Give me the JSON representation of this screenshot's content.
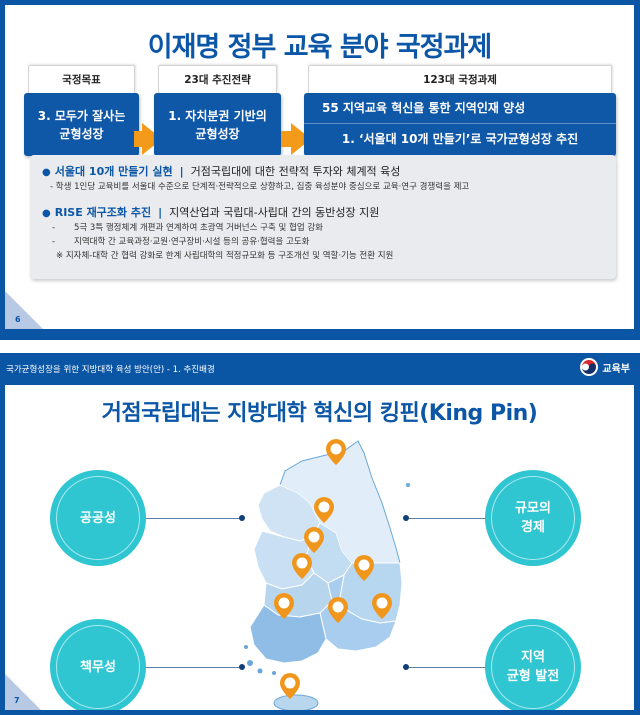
{
  "slide1": {
    "title": "이재명 정부 교육 분야 국정과제",
    "page_number": "6",
    "columns": [
      {
        "header": "국정목표",
        "body_lines": [
          "3. 모두가 잘사는",
          "균형성장"
        ]
      },
      {
        "header": "23대 추진전략",
        "body_lines": [
          "1. 자치분권 기반의",
          "균형성장"
        ]
      },
      {
        "header": "123대 국정과제",
        "body_lines": [
          "55   지역교육 혁신을 통한 지역인재 양성",
          "1. ‘서울대 10개 만들기’로 국가균형성장 추진"
        ]
      }
    ],
    "details": [
      {
        "bullet": "●",
        "title": "서울대 10개 만들기 실현",
        "separator": "|",
        "summary": "거점국립대에 대한 전략적 투자와 체계적 육성",
        "subs": [
          "- 학생 1인당 교육비를 서울대 수준으로 단계적·전략적으로 상향하고, 집중 육성분야 중심으로 교육·연구 경쟁력을 제고"
        ]
      },
      {
        "bullet": "●",
        "title": "RISE 재구조화 추진",
        "separator": "|",
        "summary": "지역산업과 국립대-사립대 간의 동반성장 지원",
        "subs": [
          "5극 3특 행정체계 개편과 연계하여 초광역 거버넌스 구축 및 협업 강화",
          "지역대학 간 교육과정·교원·연구장비·시설 등의 공유·협력을 고도화"
        ],
        "note": "※ 지자체-대학 간 협력 강화로 한계 사립대학의 적정규모화 등 구조개선 및 역할·기능 전환 지원"
      }
    ],
    "sub_dash": "-"
  },
  "slide2": {
    "header_text": "국가균형성장을 위한 지방대학 육성 방안(안) - 1. 추진배경",
    "ministry_label": "교육부",
    "title": "거점국립대는 지방대학 혁신의 킹핀(King Pin)",
    "page_number": "7",
    "circles": {
      "left_top": [
        "공공성"
      ],
      "left_bottom": [
        "책무성"
      ],
      "right_top": [
        "규모의",
        "경제"
      ],
      "right_bottom": [
        "지역",
        "균형 발전"
      ]
    },
    "map_pins_count": 10
  },
  "colors": {
    "frame_blue": "#0b55a5",
    "title_blue": "#0b56a6",
    "box_blue": "#0f57a7",
    "arrow_orange": "#f39a1a",
    "detail_bg": "#eaebee",
    "circle_teal": "#2fc6d2",
    "pin_orange": "#f0961c",
    "map_light": "#dcebf8",
    "map_mid": "#b9d6ef",
    "map_dark": "#8fbde6"
  }
}
